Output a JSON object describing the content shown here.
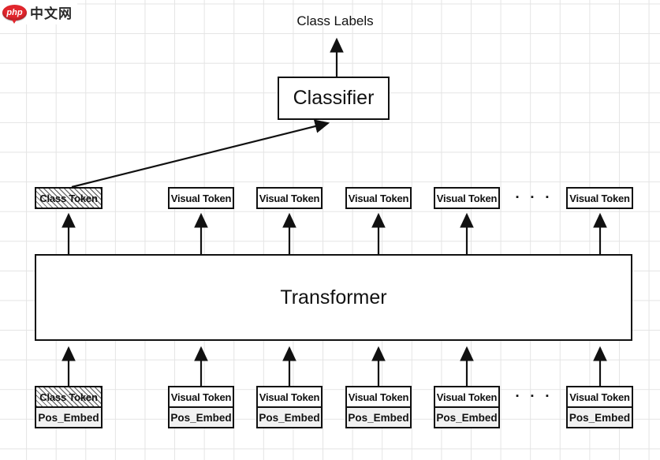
{
  "logo": {
    "badge": "php",
    "site": "中文网"
  },
  "flow": {
    "class_labels": "Class Labels",
    "classifier": "Classifier",
    "transformer": "Transformer"
  },
  "ellipsis": {
    "top": "▪ ▪ ▪",
    "bottom": "▪ ▪ ▪"
  },
  "top_row": {
    "tokens": [
      {
        "label": "Class Token"
      },
      {
        "label": "Visual Token"
      },
      {
        "label": "Visual Token"
      },
      {
        "label": "Visual Token"
      },
      {
        "label": "Visual Token"
      },
      {
        "label": "Visual Token"
      }
    ]
  },
  "bottom_row": {
    "tokens": [
      {
        "label": "Class Token",
        "pos_embed": "Pos_Embed"
      },
      {
        "label": "Visual Token",
        "pos_embed": "Pos_Embed"
      },
      {
        "label": "Visual Token",
        "pos_embed": "Pos_Embed"
      },
      {
        "label": "Visual Token",
        "pos_embed": "Pos_Embed"
      },
      {
        "label": "Visual Token",
        "pos_embed": "Pos_Embed"
      },
      {
        "label": "Visual Token",
        "pos_embed": "Pos_Embed"
      }
    ]
  },
  "colors": {
    "line": "#111111",
    "grid": "#e4e4e4",
    "pos_embed_fill": "#f1f1f1",
    "logo_red": "#e2262d",
    "text": "#111111"
  }
}
